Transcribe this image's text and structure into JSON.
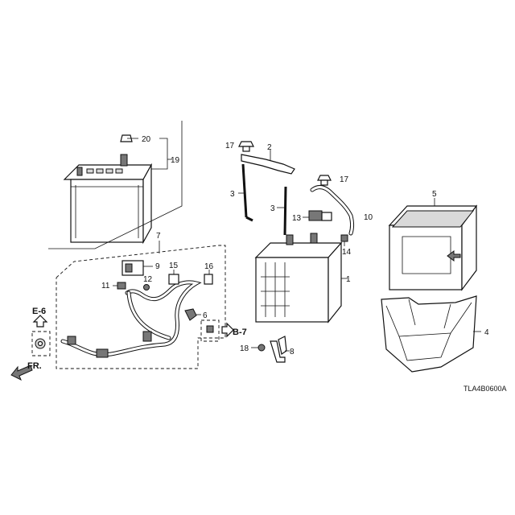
{
  "callouts": {
    "c1": "1",
    "c2": "2",
    "c3a": "3",
    "c3b": "3",
    "c4": "4",
    "c5": "5",
    "c6": "6",
    "c7": "7",
    "c8": "8",
    "c9": "9",
    "c10": "10",
    "c11": "11",
    "c12": "12",
    "c13": "13",
    "c14": "14",
    "c15": "15",
    "c16": "16",
    "c17a": "17",
    "c17b": "17",
    "c18": "18",
    "c19": "19",
    "c20": "20"
  },
  "references": {
    "e6": "E-6",
    "b7": "B-7"
  },
  "direction_label": "FR.",
  "diagram_code": "TLA4B0600A"
}
